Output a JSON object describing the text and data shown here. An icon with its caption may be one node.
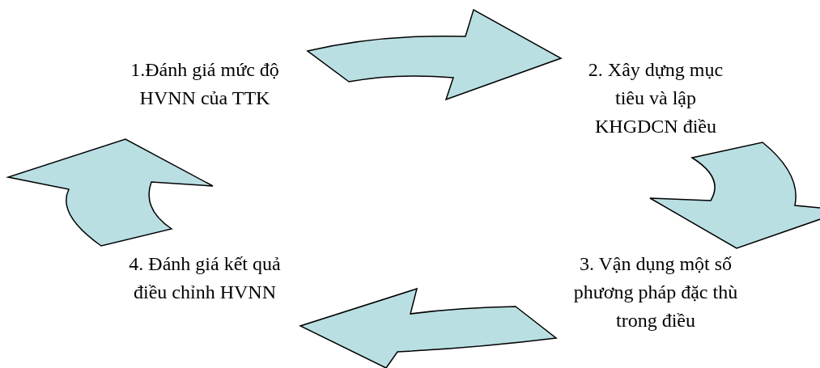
{
  "diagram": {
    "nodes": [
      {
        "text": [
          "1.Đánh giá mức độ HVNN của TTK"
        ]
      },
      {
        "text": [
          "2. Xây dựng mục tiêu và lập KHGDCN điều"
        ]
      },
      {
        "text": [
          "3. Vận dụng một số phương pháp đặc thù trong điều"
        ]
      },
      {
        "text": [
          "4. Đánh giá kết quả điều chỉnh HVNN"
        ]
      }
    ],
    "edges": [
      {
        "from": 0,
        "to": 1,
        "arrow": "to"
      },
      {
        "from": 1,
        "to": 2,
        "arrow": "to"
      },
      {
        "from": 2,
        "to": 3,
        "arrow": "to"
      },
      {
        "from": 3,
        "to": 0,
        "arrow": "to"
      }
    ]
  }
}
